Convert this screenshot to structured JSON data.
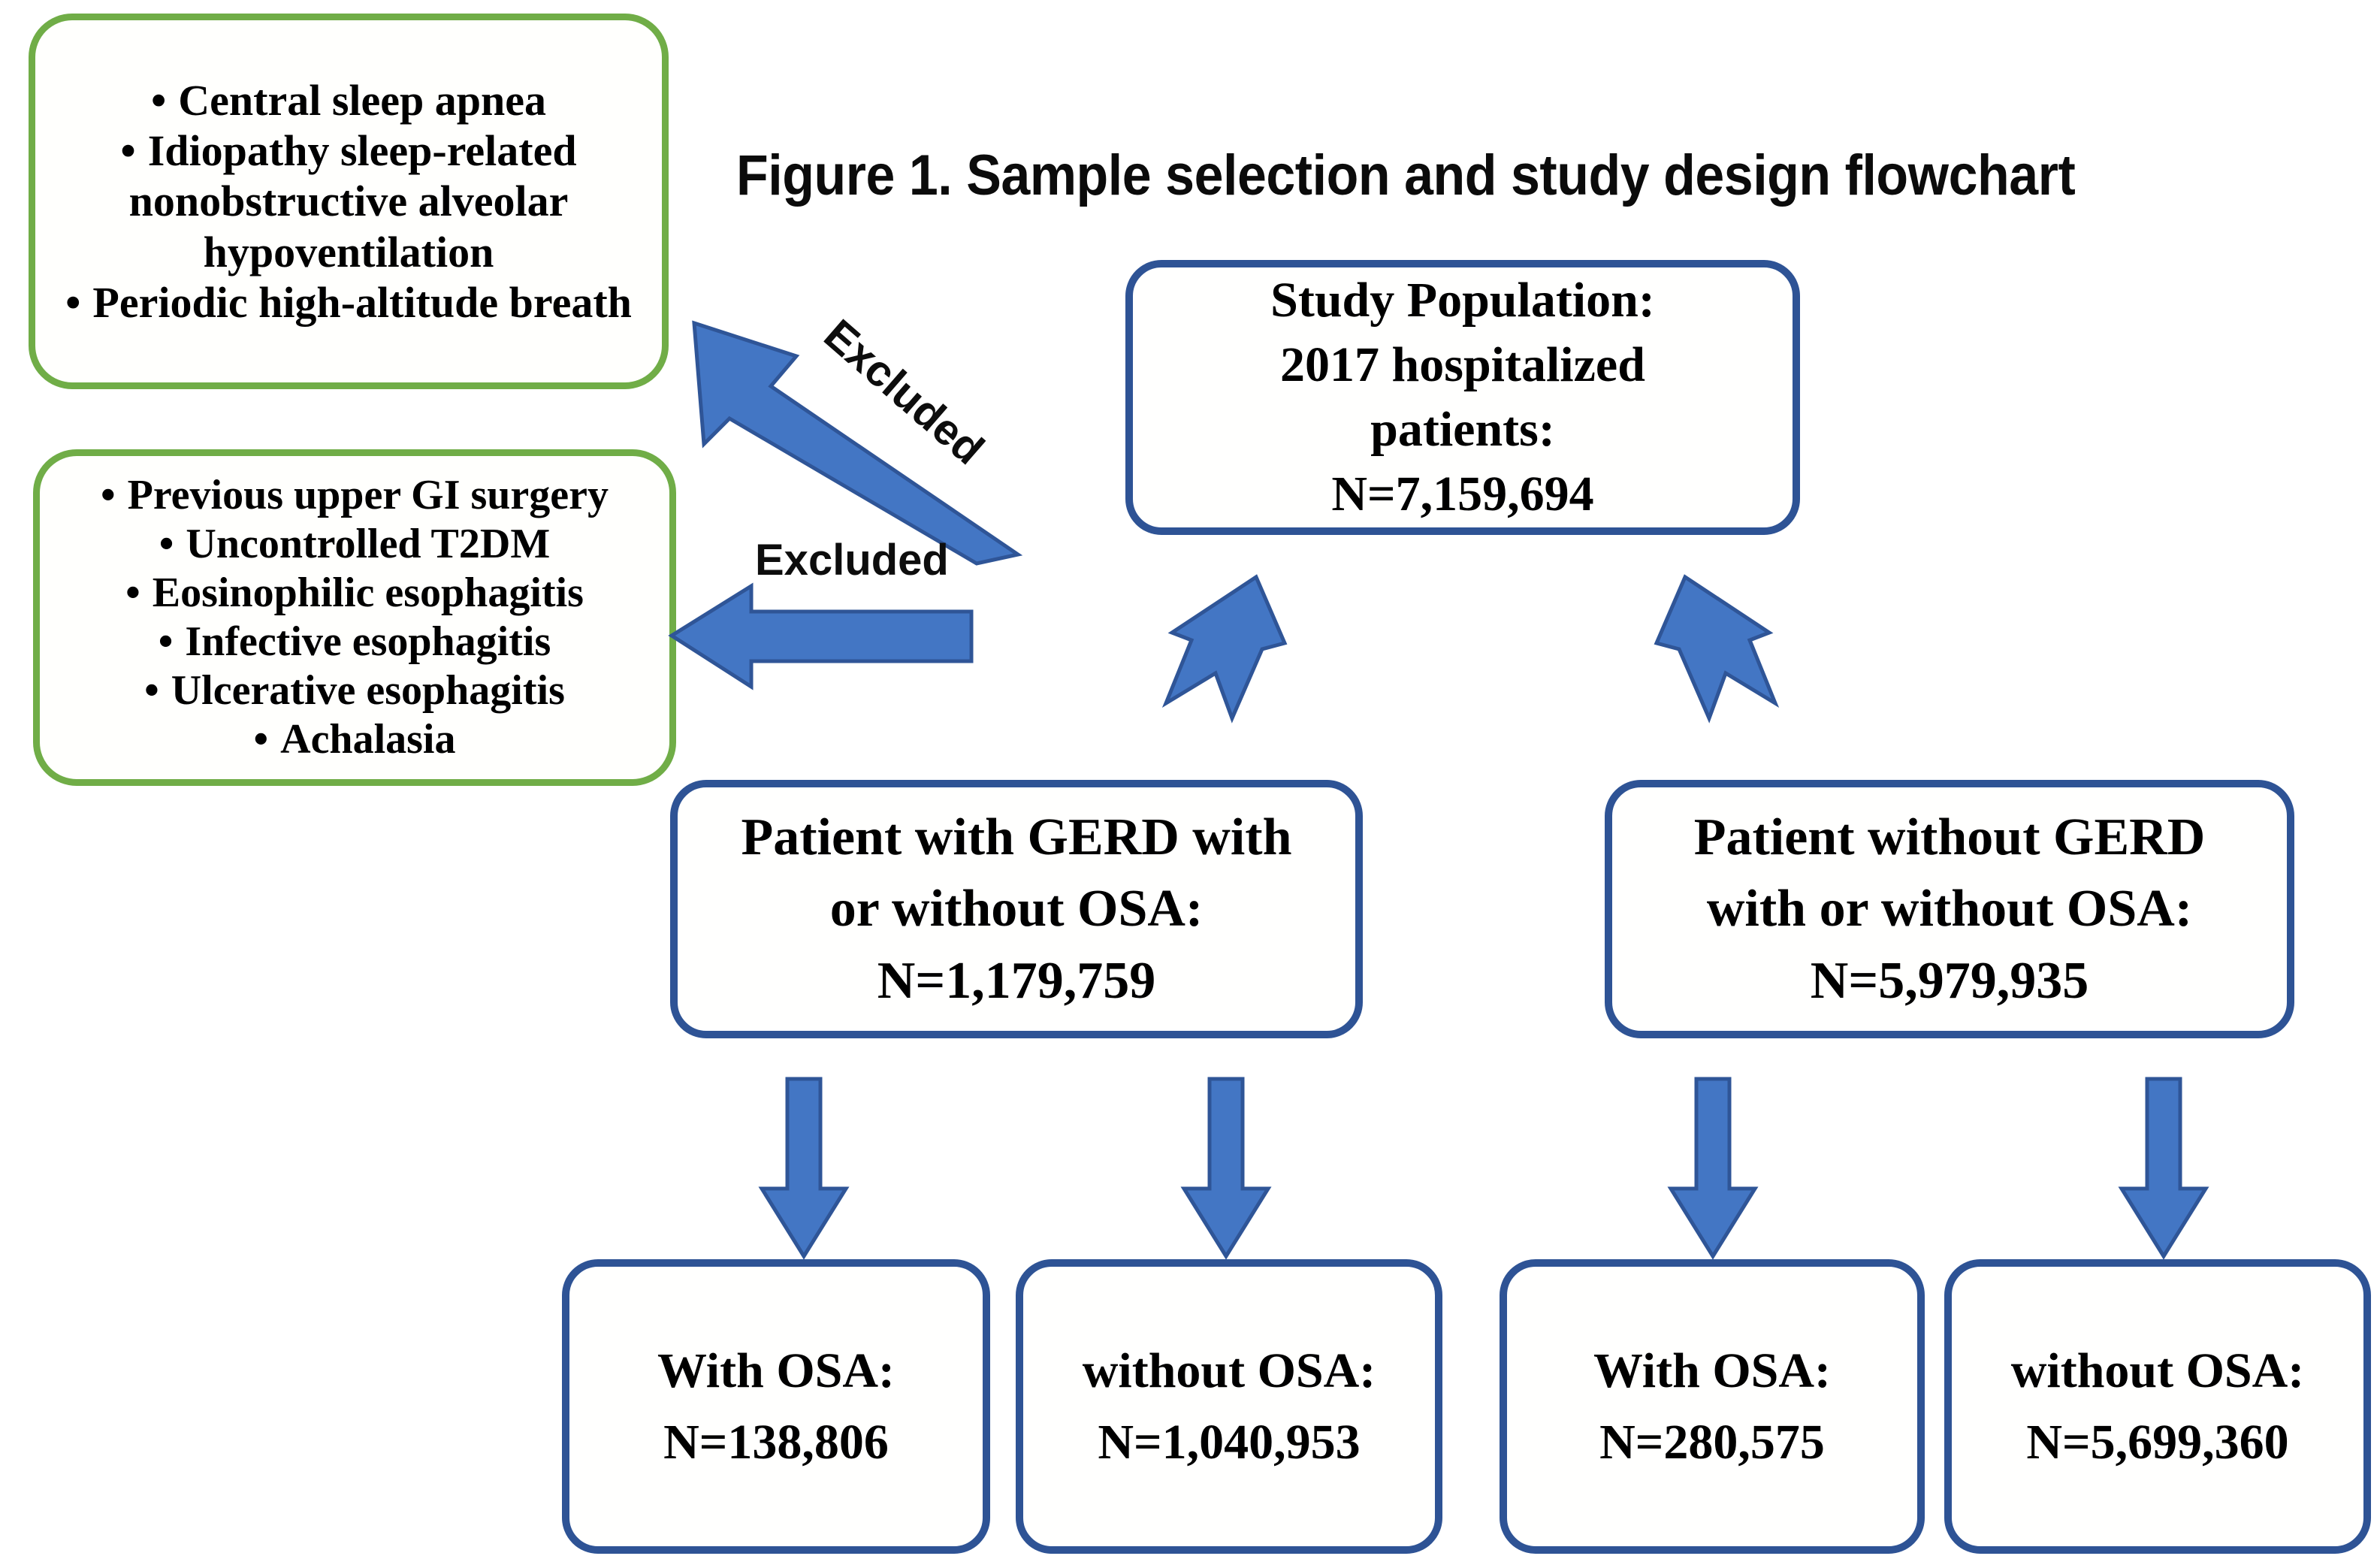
{
  "figure": {
    "title": "Figure 1. Sample selection and study design flowchart"
  },
  "colors": {
    "exclusion_box_border": "#70AD47",
    "flow_box_border": "#2E5395",
    "arrow_fill": "#4376C4",
    "arrow_stroke": "#2F5597",
    "text": "#000000",
    "background": "#FFFFFF"
  },
  "exclusion_boxes": [
    {
      "name": "sleep-disorder-exclusions",
      "items": [
        "Central sleep apnea",
        "Idiopathy sleep-related nonobstructive alveolar hypoventilation",
        "Periodic high-altitude breath"
      ]
    },
    {
      "name": "gi-exclusions",
      "items": [
        "Previous upper GI surgery",
        "Uncontrolled T2DM",
        "Eosinophilic esophagitis",
        "Infective esophagitis",
        "Ulcerative esophagitis",
        "Achalasia"
      ]
    }
  ],
  "arrow_labels": {
    "diagonal_excluded": "Excluded",
    "horizontal_excluded": "Excluded"
  },
  "nodes": {
    "study_population": {
      "lines": [
        "Study Population:",
        "2017 hospitalized",
        "patients:",
        "N=7,159,694"
      ]
    },
    "gerd_yes": {
      "lines": [
        "Patient with GERD with",
        "or without OSA:",
        "N=1,179,759"
      ]
    },
    "gerd_no": {
      "lines": [
        "Patient without GERD",
        "with or without OSA:",
        "N=5,979,935"
      ]
    },
    "leaves": [
      {
        "name": "gerd-with-osa",
        "lines": [
          "With OSA:",
          "N=138,806"
        ]
      },
      {
        "name": "gerd-without-osa",
        "lines": [
          "without OSA:",
          "N=1,040,953"
        ]
      },
      {
        "name": "nogerd-with-osa",
        "lines": [
          "With OSA:",
          "N=280,575"
        ]
      },
      {
        "name": "nogerd-without-osa",
        "lines": [
          "without OSA:",
          "N=5,699,360"
        ]
      }
    ]
  },
  "chart_data": {
    "type": "flowchart",
    "title": "Figure 1. Sample selection and study design flowchart",
    "nodes": [
      {
        "id": "study_population",
        "label": "Study Population: 2017 hospitalized patients",
        "n": 7159694
      },
      {
        "id": "gerd_yes",
        "label": "Patient with GERD with or without OSA",
        "n": 1179759
      },
      {
        "id": "gerd_no",
        "label": "Patient without GERD with or without OSA",
        "n": 5979935
      },
      {
        "id": "gerd_with_osa",
        "label": "With OSA",
        "n": 138806
      },
      {
        "id": "gerd_without_osa",
        "label": "without OSA",
        "n": 1040953
      },
      {
        "id": "nogerd_with_osa",
        "label": "With OSA",
        "n": 280575
      },
      {
        "id": "nogerd_without_osa",
        "label": "without OSA",
        "n": 5699360
      }
    ],
    "edges": [
      {
        "from": "study_population",
        "to": "gerd_yes",
        "label": ""
      },
      {
        "from": "study_population",
        "to": "gerd_no",
        "label": ""
      },
      {
        "from": "study_population",
        "to": "sleep_exclusions",
        "label": "Excluded"
      },
      {
        "from": "study_population",
        "to": "gi_exclusions",
        "label": "Excluded"
      },
      {
        "from": "gerd_yes",
        "to": "gerd_with_osa",
        "label": ""
      },
      {
        "from": "gerd_yes",
        "to": "gerd_without_osa",
        "label": ""
      },
      {
        "from": "gerd_no",
        "to": "nogerd_with_osa",
        "label": ""
      },
      {
        "from": "gerd_no",
        "to": "nogerd_without_osa",
        "label": ""
      }
    ]
  }
}
